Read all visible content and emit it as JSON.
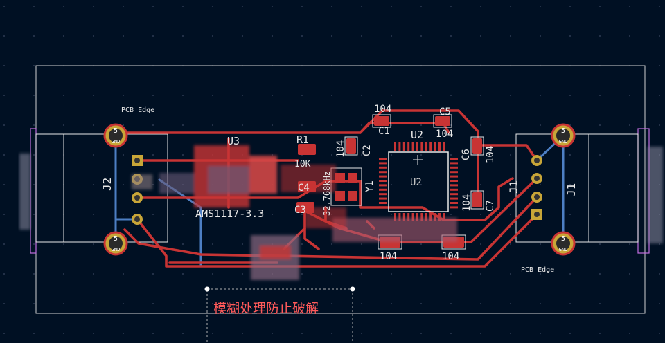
{
  "colors": {
    "background": "#001023",
    "grid_dot": "#3a4660",
    "front_copper": "#c83434",
    "back_copper": "#4d7fc4",
    "silkscreen": "#e8e8e8",
    "pad_yellow": "#c8a638",
    "edge_cut": "#d0d0d0",
    "courtyard": "#c26ee0",
    "annotation_red": "#ff5a5a"
  },
  "board": {
    "edge_label_top": "PCB Edge",
    "edge_label_bottom": "PCB Edge"
  },
  "mounting_pads": {
    "number": "5",
    "net": "GND"
  },
  "components": {
    "j2": {
      "ref": "J2"
    },
    "j1": {
      "ref": "J1",
      "silk": "J1"
    },
    "u3": {
      "ref": "U3",
      "value": "AMS1117-3.3"
    },
    "r1": {
      "ref": "R1",
      "value": "10K"
    },
    "c1": {
      "ref": "C1",
      "value": "104"
    },
    "c5": {
      "ref": "C5",
      "value": "104"
    },
    "c2": {
      "ref": "C2",
      "value": "104"
    },
    "c6": {
      "ref": "C6",
      "value": "104"
    },
    "c7": {
      "ref": "C7",
      "value": "104"
    },
    "c3": {
      "ref": "C3"
    },
    "c4": {
      "ref": "C4"
    },
    "c8": {
      "value": "104"
    },
    "c9": {
      "value": "104"
    },
    "u2": {
      "ref": "U2",
      "fab": "U2"
    },
    "y1": {
      "ref": "Y1",
      "value": "32.768kHz"
    }
  },
  "annotation": {
    "text": "模糊处理防止破解"
  }
}
